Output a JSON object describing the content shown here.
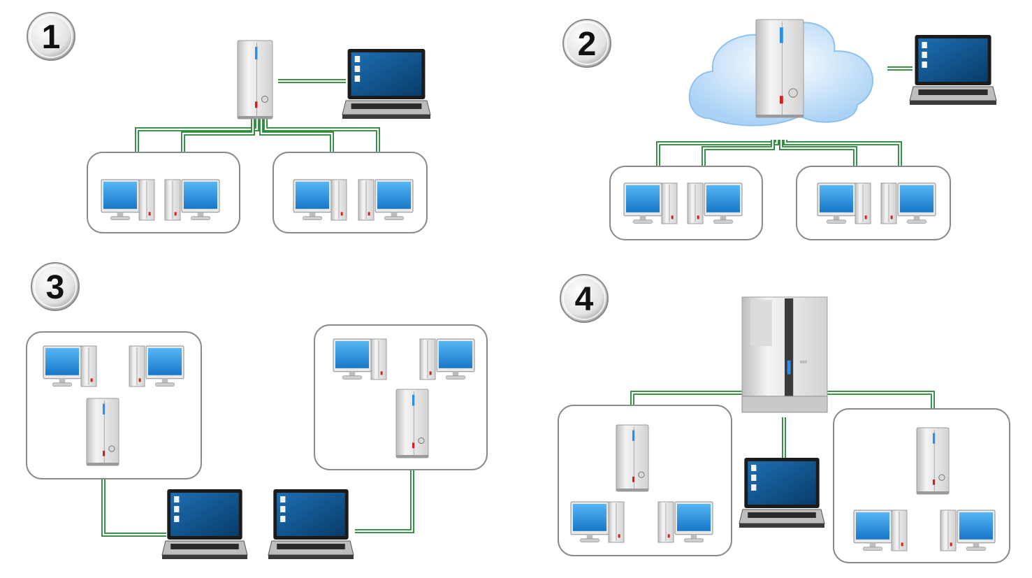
{
  "panels": [
    {
      "id": "1",
      "number": "1"
    },
    {
      "id": "2",
      "number": "2"
    },
    {
      "id": "3",
      "number": "3"
    },
    {
      "id": "4",
      "number": "4"
    }
  ],
  "colors": {
    "link": "#2e8b3e",
    "group_border": "#8a8a8a",
    "monitor_screen": "#1e8fe0",
    "laptop_screen": "#0c4f86",
    "cloud": "#cfe6fb",
    "tower": "#e4e4e4"
  },
  "icons": {
    "server": "server-tower-icon",
    "workstation": "desktop-computer-icon",
    "laptop": "laptop-icon",
    "cloud": "cloud-icon",
    "large_server": "rack-server-icon"
  }
}
